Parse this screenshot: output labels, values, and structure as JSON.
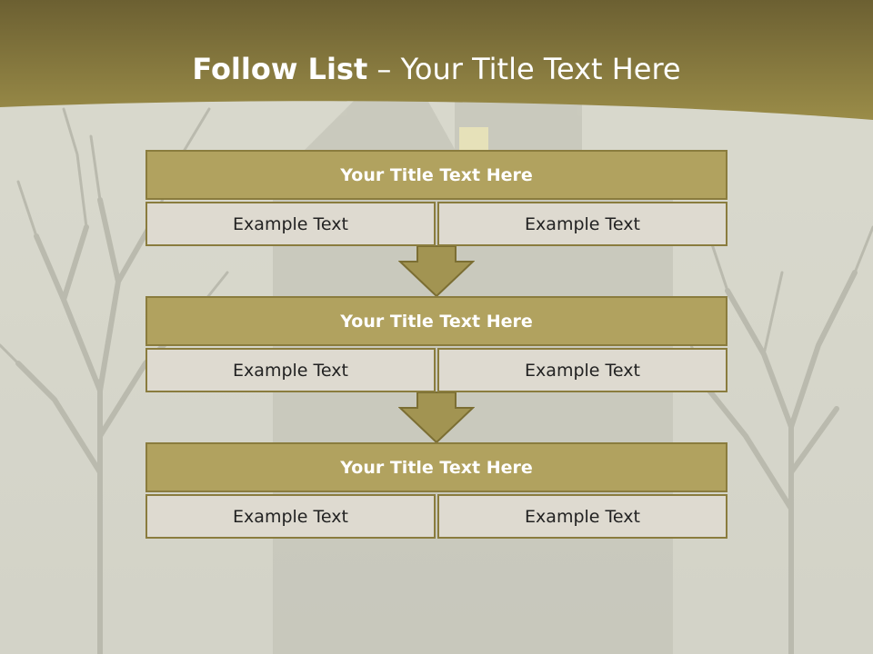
{
  "header": {
    "title_bold": "Follow List",
    "title_rest": " – Your Title Text Here"
  },
  "blocks": [
    {
      "title": "Your Title Text Here",
      "left": "Example Text",
      "right": "Example Text"
    },
    {
      "title": "Your Title Text Here",
      "left": "Example Text",
      "right": "Example Text"
    },
    {
      "title": "Your Title Text Here",
      "left": "Example Text",
      "right": "Example Text"
    }
  ],
  "colors": {
    "header_band": "#8b7f3e",
    "accent": "#b1a25f",
    "cell_bg": "#dedad0",
    "border": "#8a7c3e"
  },
  "icons": [
    "down-arrow-icon",
    "down-arrow-icon"
  ]
}
